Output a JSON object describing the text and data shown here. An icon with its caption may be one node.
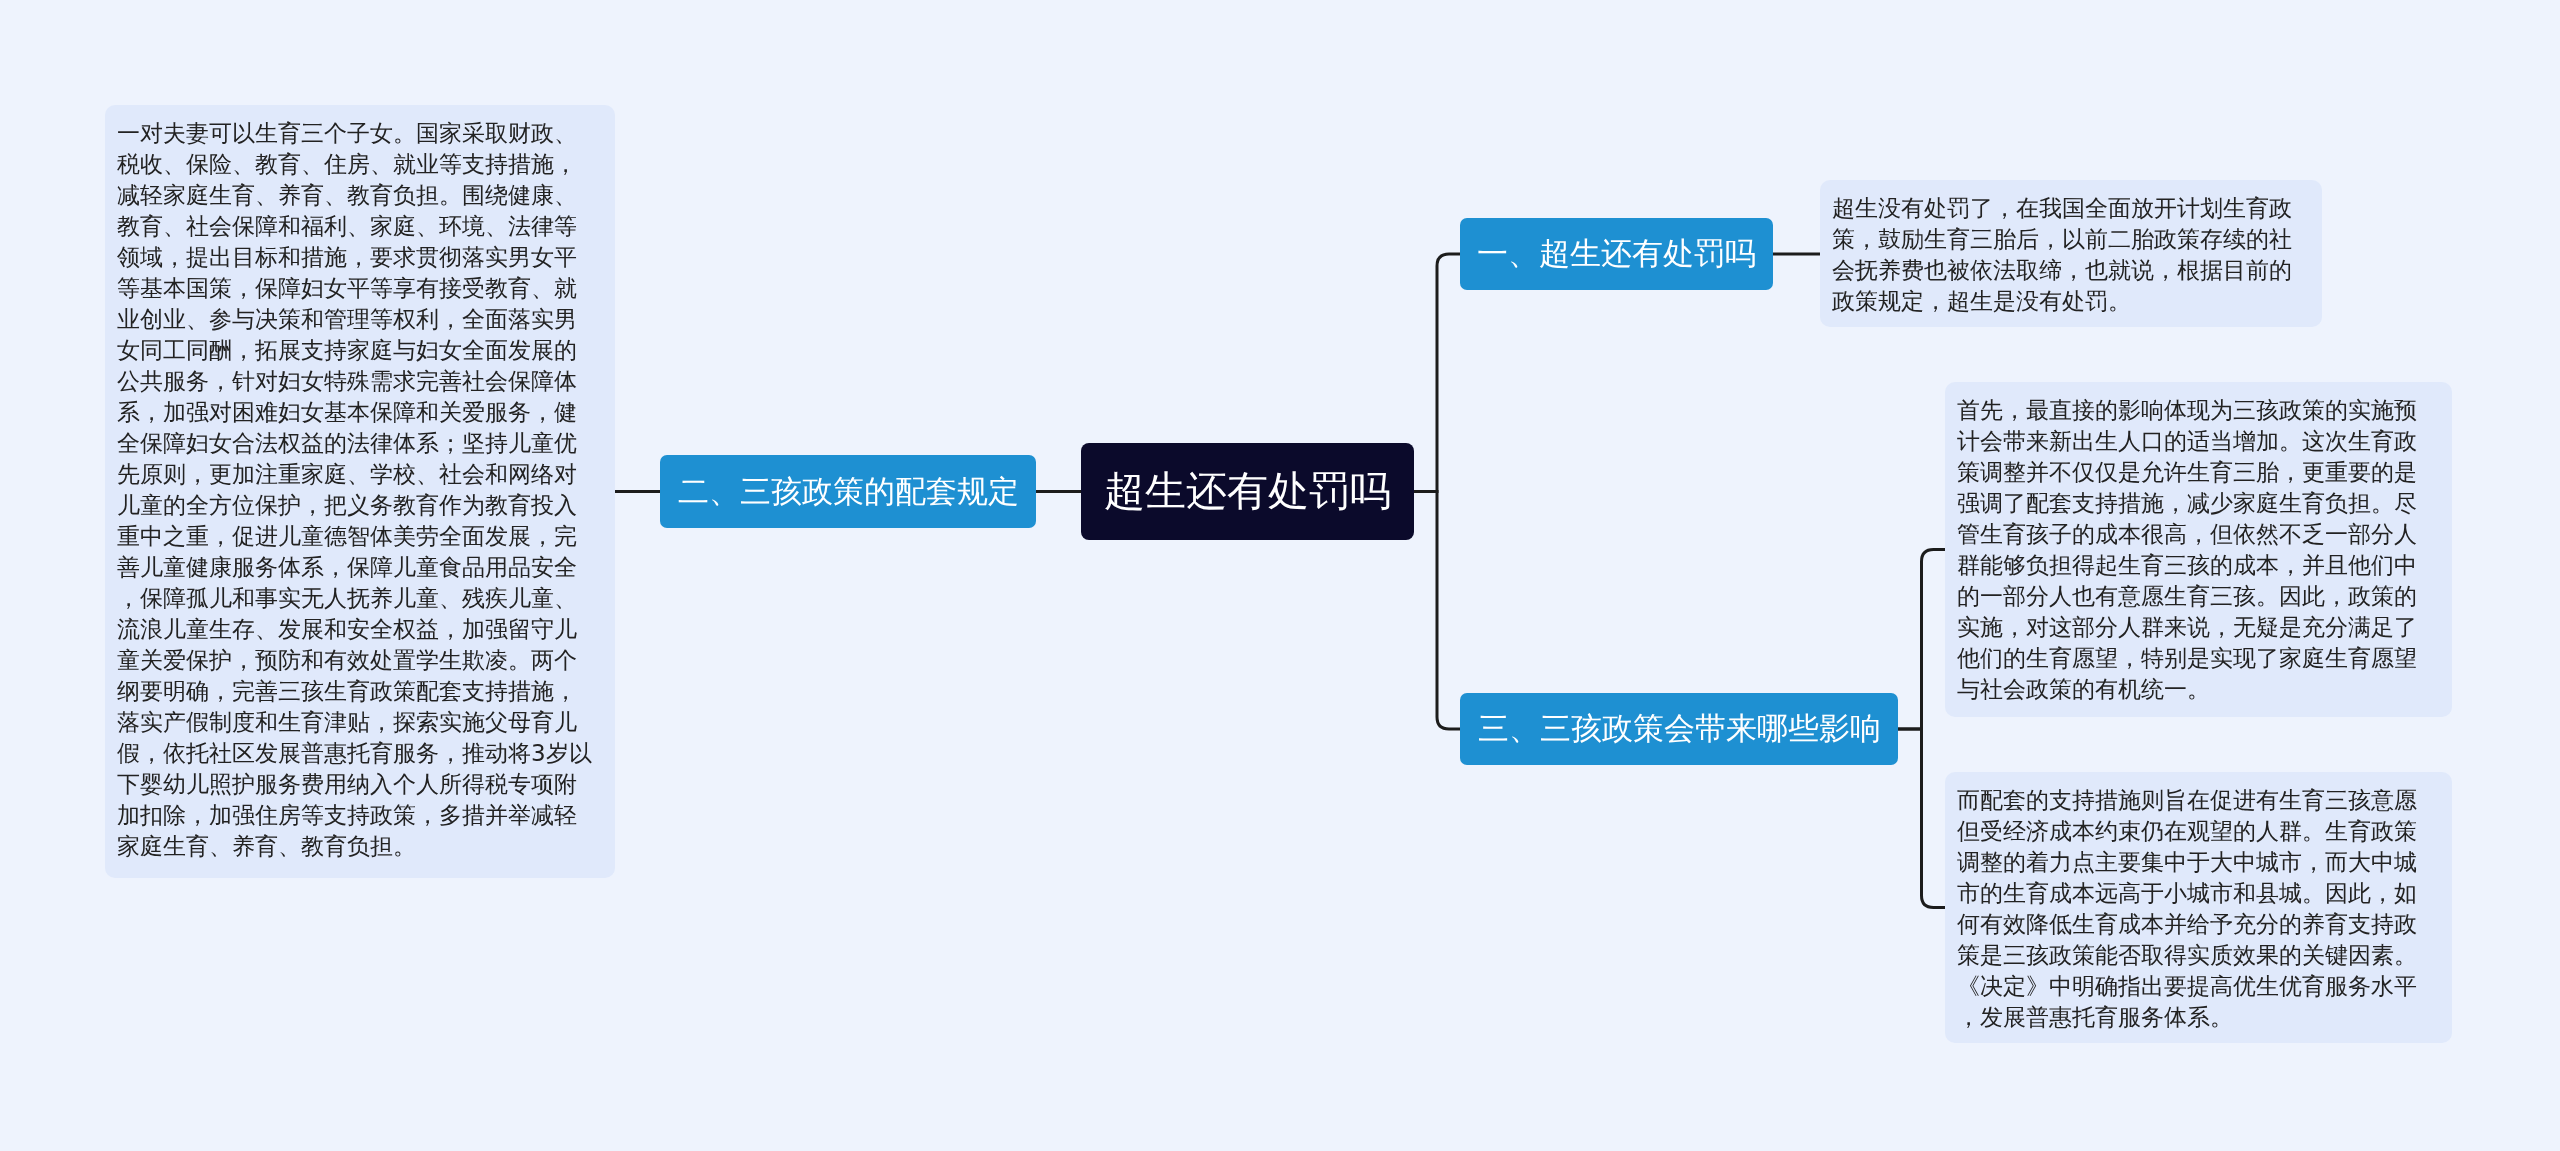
{
  "diagram": {
    "nodes": [
      {
        "text": [
          "超生还有处罚吗"
        ]
      },
      {
        "text": [
          "一、超生还有处罚吗"
        ]
      },
      {
        "text": [
          "超生没有处罚了，在我国全面放开计划生育政策，鼓励生育三胎后，以前二胎政策存续的社会抚养费也被依法取缔，也就说，根据目前的政策规定，超生是没有处罚。"
        ]
      },
      {
        "text": [
          "二、三孩政策的配套规定"
        ]
      },
      {
        "text": [
          "一对夫妻可以生育三个子女。国家采取财政、税收、保险、教育、住房、就业等支持措施，减轻家庭生育、养育、教育负担。围绕健康、教育、社会保障和福利、家庭、环境、法律等领域，提出目标和措施，要求贯彻落实男女平等基本国策，保障妇女平等享有接受教育、就业创业、参与决策和管理等权利，全面落实男女同工同酬，拓展支持家庭与妇女全面发展的公共服务，针对妇女特殊需求完善社会保障体系，加强对困难妇女基本保障和关爱服务，健全保障妇女合法权益的法律体系；坚持儿童优先原则，更加注重家庭、学校、社会和网络对儿童的全方位保护，把义务教育作为教育投入重中之重，促进儿童德智体美劳全面发展，完善儿童健康服务体系，保障儿童食品用品安全，保障孤儿和事实无人抚养儿童、残疾儿童、流浪儿童生存、发展和安全权益，加强留守儿童关爱保护，预防和有效处置学生欺凌。两个纲要明确，完善三孩生育政策配套支持措施，落实产假制度和生育津贴，探索实施父母育儿假，依托社区发展普惠托育服务，推动将3岁以下婴幼儿照护服务费用纳入个人所得税专项附加扣除，加强住房等支持政策，多措并举减轻家庭生育、养育、教育负担。"
        ]
      },
      {
        "text": [
          "三、三孩政策会带来哪些影响"
        ]
      },
      {
        "text": [
          "首先，最直接的影响体现为三孩政策的实施预计会带来新出生人口的适当增加。这次生育政策调整并不仅仅是允许生育三胎，更重要的是强调了配套支持措施，减少家庭生育负担。尽管生育孩子的成本很高，但依然不乏一部分人群能够负担得起生育三孩的成本，并且他们中的一部分人也有意愿生育三孩。因此，政策的实施，对这部分人群来说，无疑是充分满足了他们的生育愿望，特别是实现了家庭生育愿望与社会政策的有机统一。"
        ]
      },
      {
        "text": [
          "而配套的支持措施则旨在促进有生育三孩意愿但受经济成本约束仍在观望的人群。生育政策调整的着力点主要集中于大中城市，而大中城市的生育成本远高于小城市和县城。因此，如何有效降低生育成本并给予充分的养育支持政策是三孩政策能否取得实质效果的关键因素。《决定》中明确指出要提高优生优育服务水平，发展普惠托育服务体系。"
        ]
      }
    ],
    "edges": [
      {
        "from": 0,
        "to": 1,
        "arrow": "none"
      },
      {
        "from": 0,
        "to": 3,
        "arrow": "none"
      },
      {
        "from": 0,
        "to": 5,
        "arrow": "none"
      },
      {
        "from": 1,
        "to": 2,
        "arrow": "none"
      },
      {
        "from": 3,
        "to": 4,
        "arrow": "none"
      },
      {
        "from": 5,
        "to": 6,
        "arrow": "none"
      },
      {
        "from": 5,
        "to": 7,
        "arrow": "none"
      }
    ]
  }
}
